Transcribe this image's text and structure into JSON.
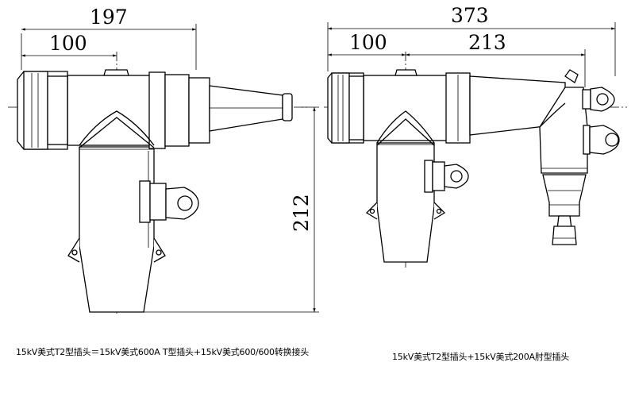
{
  "left_drawing": {
    "dim_total": "197",
    "dim_partial": "100",
    "dim_height": "212",
    "caption": "15kV美式T2型插头＝15kV美式600A T型插头+15kV美式600/600转换接头"
  },
  "right_drawing": {
    "dim_total": "373",
    "dim_partial_left": "100",
    "dim_partial_right": "213",
    "caption": "15kV美式T2型插头+15kV美式200A肘型插头"
  }
}
